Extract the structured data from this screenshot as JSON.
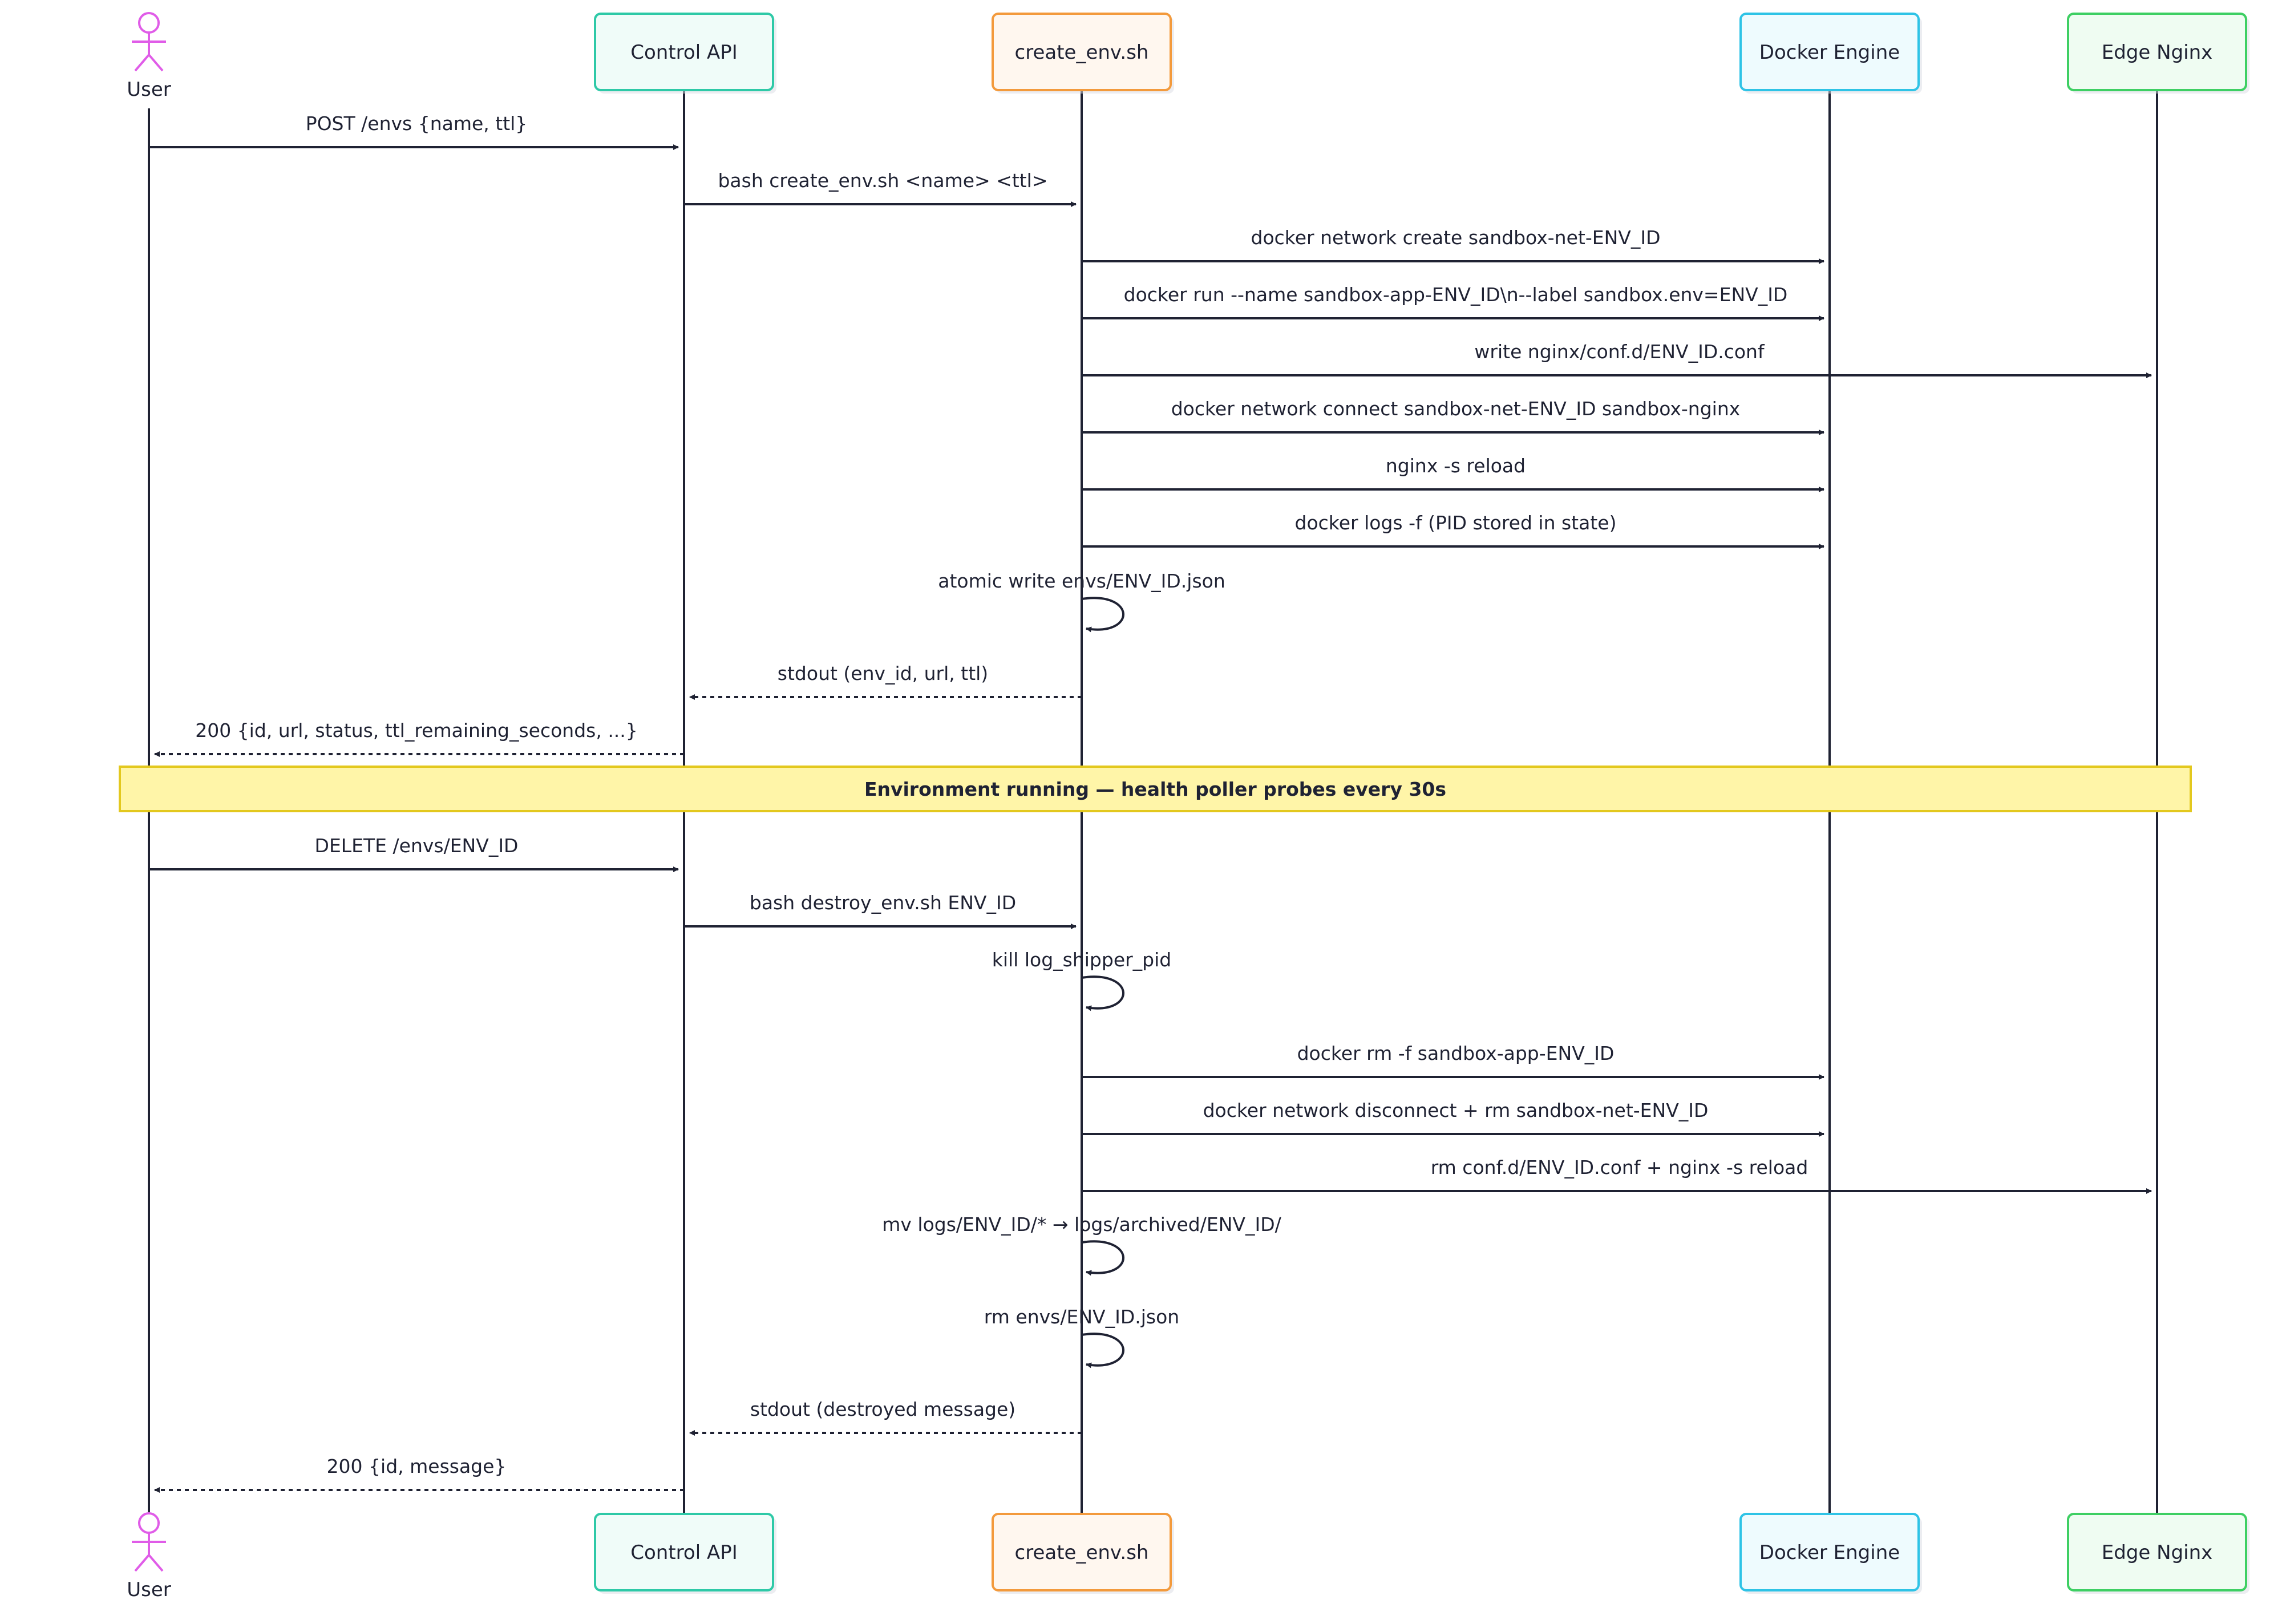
{
  "participants": [
    {
      "id": "user",
      "label": "User",
      "kind": "actor",
      "color": "#e05ce8",
      "fill": "#ffffff"
    },
    {
      "id": "api",
      "label": "Control API",
      "kind": "box",
      "color": "#2ec9a7",
      "fill": "#f0fcf9"
    },
    {
      "id": "script",
      "label": "create_env.sh",
      "kind": "box",
      "color": "#f39a3c",
      "fill": "#fff7ef"
    },
    {
      "id": "docker",
      "label": "Docker Engine",
      "kind": "box",
      "color": "#2ec3e6",
      "fill": "#eefbfe"
    },
    {
      "id": "nginx",
      "label": "Edge Nginx",
      "kind": "box",
      "color": "#3ecf63",
      "fill": "#effcf2"
    }
  ],
  "messages": [
    {
      "from": "user",
      "to": "api",
      "label": "POST /envs {name, ttl}",
      "style": "solid"
    },
    {
      "from": "api",
      "to": "script",
      "label": "bash create_env.sh <name> <ttl>",
      "style": "solid"
    },
    {
      "from": "script",
      "to": "docker",
      "label": "docker network create sandbox-net-ENV_ID",
      "style": "solid"
    },
    {
      "from": "script",
      "to": "docker",
      "label": "docker run --name sandbox-app-ENV_ID\\n--label sandbox.env=ENV_ID",
      "style": "solid"
    },
    {
      "from": "script",
      "to": "nginx",
      "label": "write nginx/conf.d/ENV_ID.conf",
      "style": "solid"
    },
    {
      "from": "script",
      "to": "docker",
      "label": "docker network connect sandbox-net-ENV_ID sandbox-nginx",
      "style": "solid"
    },
    {
      "from": "script",
      "to": "docker",
      "label": "nginx -s reload",
      "style": "solid"
    },
    {
      "from": "script",
      "to": "docker",
      "label": "docker logs -f (PID stored in state)",
      "style": "solid"
    },
    {
      "from": "script",
      "to": "script",
      "label": "atomic write envs/ENV_ID.json",
      "style": "self"
    },
    {
      "from": "script",
      "to": "api",
      "label": "stdout (env_id, url, ttl)",
      "style": "dashed"
    },
    {
      "from": "api",
      "to": "user",
      "label": "200 {id, url, status, ttl_remaining_seconds, ...}",
      "style": "dashed"
    },
    {
      "from": "user",
      "to": "api",
      "label": "DELETE /envs/ENV_ID",
      "style": "solid"
    },
    {
      "from": "api",
      "to": "script",
      "label": "bash destroy_env.sh ENV_ID",
      "style": "solid"
    },
    {
      "from": "script",
      "to": "script",
      "label": "kill log_shipper_pid",
      "style": "self"
    },
    {
      "from": "script",
      "to": "docker",
      "label": "docker rm -f sandbox-app-ENV_ID",
      "style": "solid"
    },
    {
      "from": "script",
      "to": "docker",
      "label": "docker network disconnect + rm sandbox-net-ENV_ID",
      "style": "solid"
    },
    {
      "from": "script",
      "to": "nginx",
      "label": "rm conf.d/ENV_ID.conf + nginx -s reload",
      "style": "solid"
    },
    {
      "from": "script",
      "to": "script",
      "label": "mv logs/ENV_ID/* → logs/archived/ENV_ID/",
      "style": "self"
    },
    {
      "from": "script",
      "to": "script",
      "label": "rm envs/ENV_ID.json",
      "style": "self"
    },
    {
      "from": "script",
      "to": "api",
      "label": "stdout (destroyed message)",
      "style": "dashed"
    },
    {
      "from": "api",
      "to": "user",
      "label": "200 {id, message}",
      "style": "dashed"
    }
  ],
  "note": {
    "label": "Environment running — health poller probes every 30s",
    "after_message": 10,
    "fill": "#fff5a8",
    "border": "#e3c81e"
  },
  "colors": {
    "line": "#1f2233"
  }
}
